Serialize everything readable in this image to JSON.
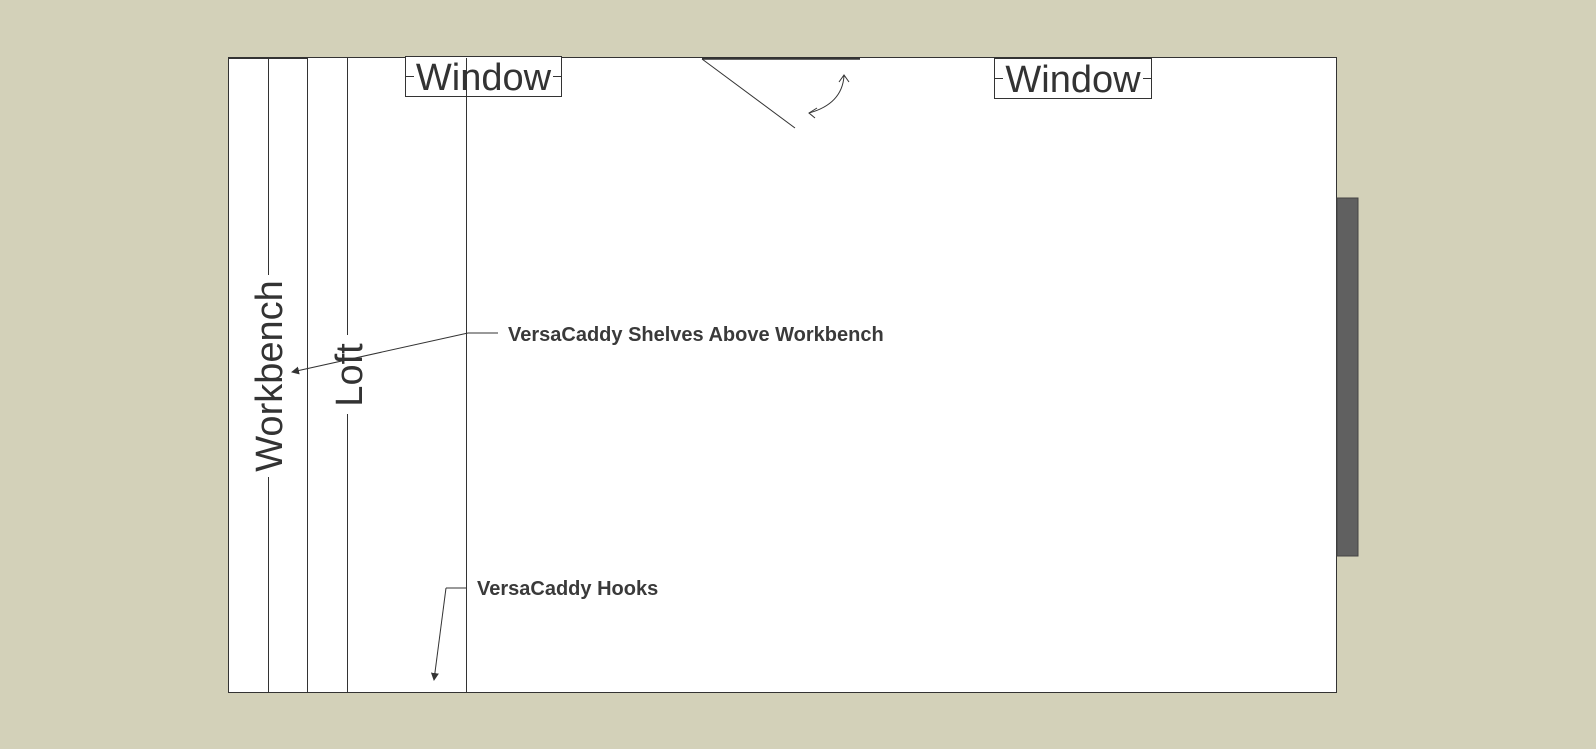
{
  "labels": {
    "window_left": "Window",
    "window_right": "Window",
    "workbench": "Workbench",
    "loft": "Loft",
    "shelves_callout": "VersaCaddy Shelves Above Workbench",
    "hooks_callout": "VersaCaddy Hooks"
  },
  "colors": {
    "background": "#d3d1b9",
    "floor": "#ffffff",
    "line": "#333333",
    "door_panel": "#606060"
  }
}
